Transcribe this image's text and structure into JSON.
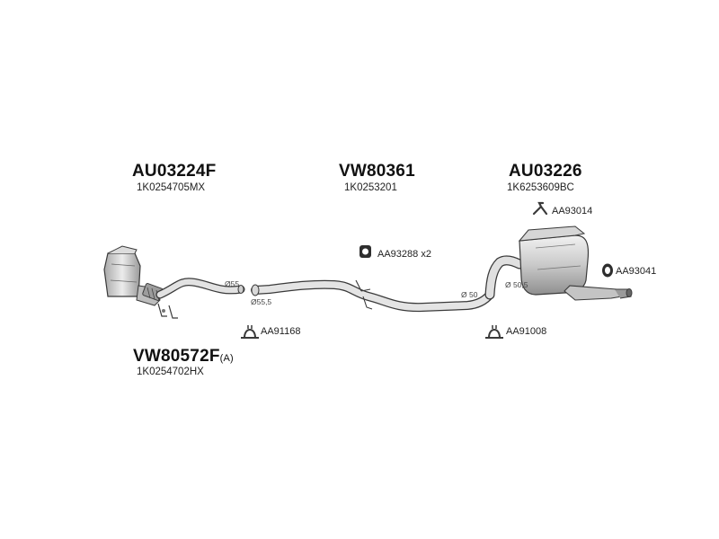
{
  "parts": {
    "front_pipe": {
      "code": "AU03224F",
      "oem": "1K0254705MX"
    },
    "middle_pipe": {
      "code": "VW80361",
      "oem": "1K0253201"
    },
    "rear_silencer": {
      "code": "AU03226",
      "oem": "1K6253609BC"
    },
    "catalyst": {
      "code": "VW80572F",
      "suffix": "(A)",
      "oem": "1K0254702HX"
    }
  },
  "accessories": {
    "hanger_bracket": "AA93014",
    "rubber_mount": "AA93288 x2",
    "rubber_ring": "AA93041",
    "clamp_front": "AA91168",
    "clamp_rear": "AA91008"
  },
  "dimensions": {
    "d55": "Ø55",
    "d55_5": "Ø55,5",
    "d50": "Ø 50",
    "d50_5": "Ø 50,5"
  },
  "colors": {
    "line": "#3a3a3a",
    "metal_light": "#e4e4e4",
    "metal_mid": "#b8b8b8",
    "metal_dark": "#8a8a8a"
  }
}
